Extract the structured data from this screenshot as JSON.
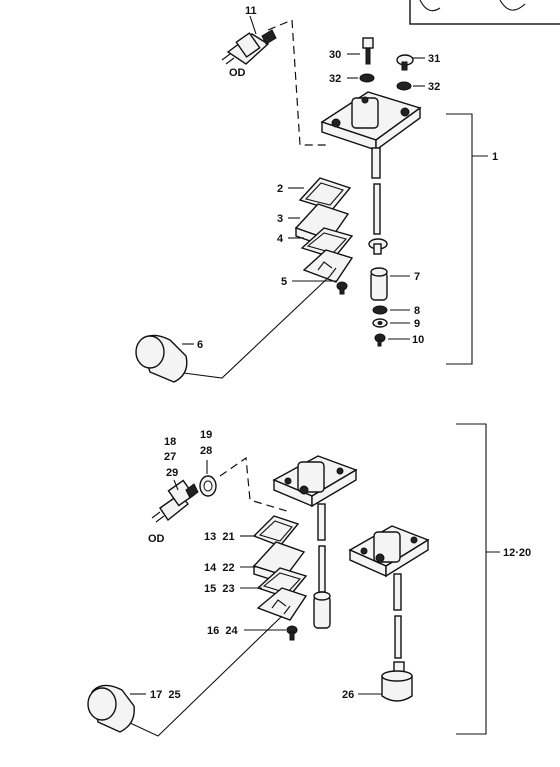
{
  "labels": {
    "l1": "1",
    "l2": "2",
    "l3": "3",
    "l4": "4",
    "l5": "5",
    "l6": "6",
    "l7": "7",
    "l8": "8",
    "l9": "9",
    "l10": "10",
    "l11": "11",
    "l30": "30",
    "l31": "31",
    "l32a": "32",
    "l32b": "32",
    "od_top": "OD",
    "l18": "18",
    "l27": "27",
    "l29": "29",
    "l19": "19",
    "l28": "28",
    "od_bottom": "OD",
    "l13_21": "13  21",
    "l14_22": "14  22",
    "l15_23": "15  23",
    "l16_24": "16  24",
    "l17_25": "17  25",
    "l26": "26",
    "l12_20": "12·20"
  }
}
